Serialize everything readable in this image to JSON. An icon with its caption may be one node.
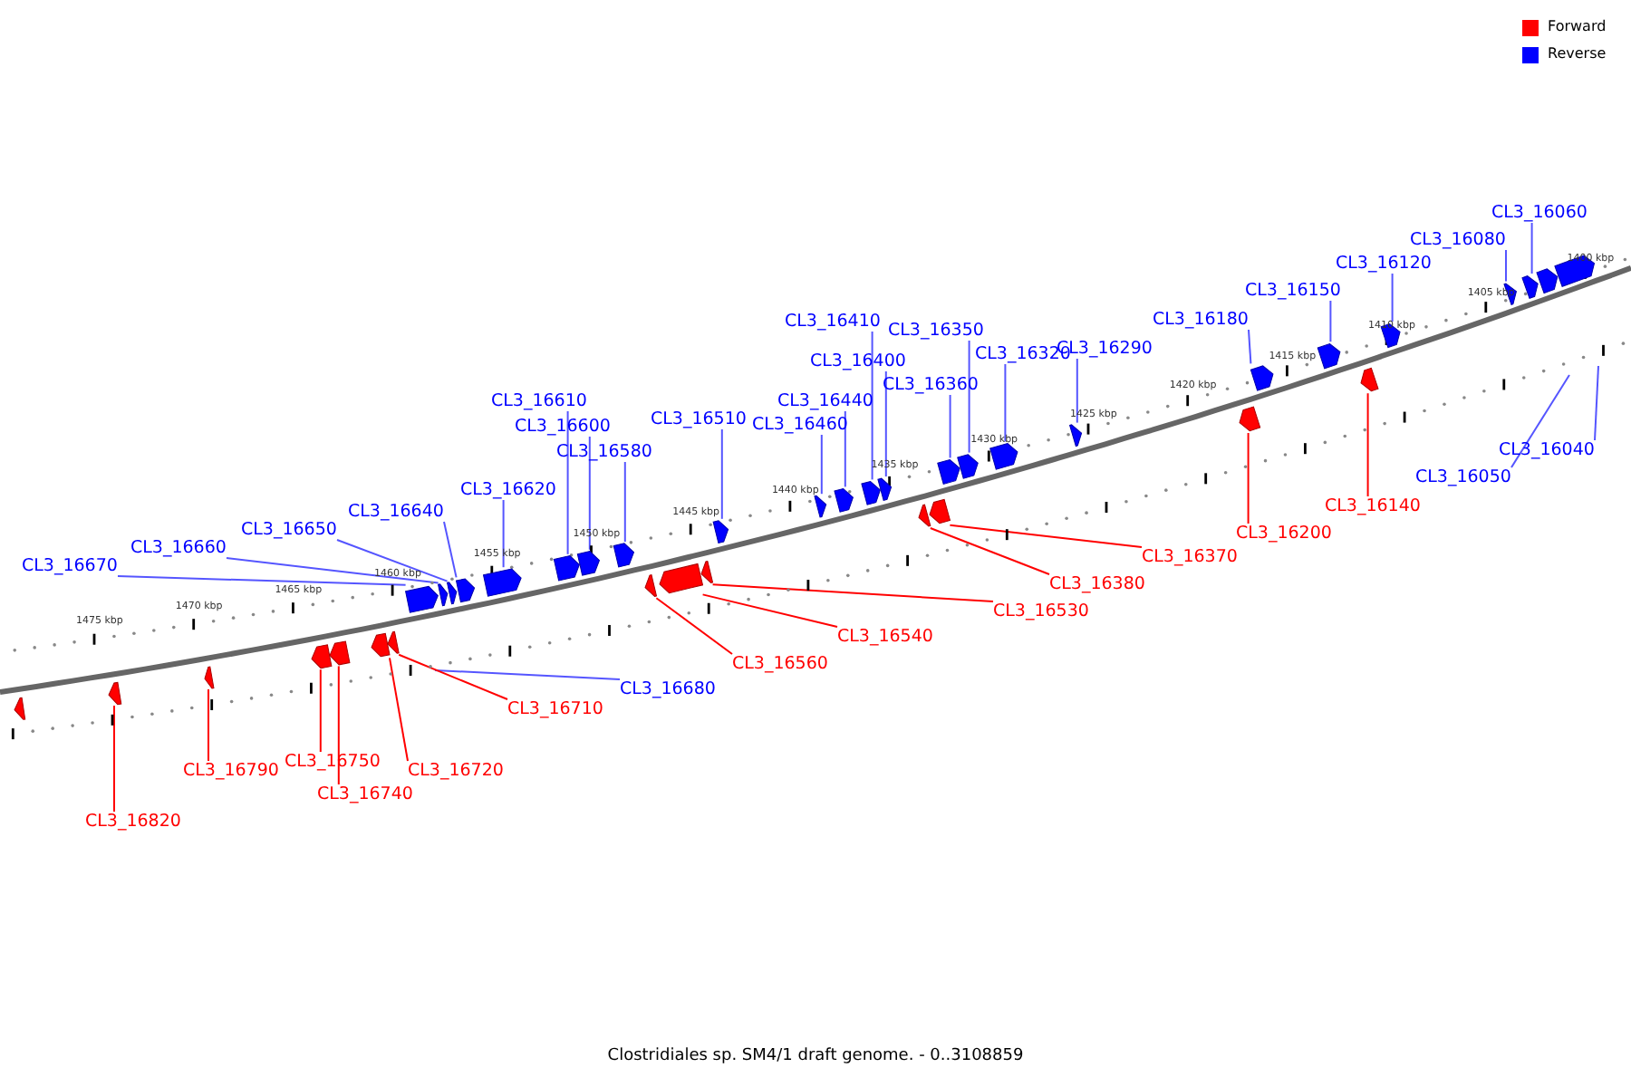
{
  "diagram": {
    "caption": "Clostridiales sp. SM4/1 draft genome. - 0..3108859",
    "nodes": [
      {
        "text": [
          "CL3_16060"
        ]
      },
      {
        "text": [
          "CL3_16080"
        ]
      },
      {
        "text": [
          "CL3_16120"
        ]
      },
      {
        "text": [
          "CL3_16150"
        ]
      },
      {
        "text": [
          "CL3_16180"
        ]
      },
      {
        "text": [
          "CL3_16410"
        ]
      },
      {
        "text": [
          "CL3_16350"
        ]
      },
      {
        "text": [
          "CL3_16290"
        ]
      },
      {
        "text": [
          "CL3_16320"
        ]
      },
      {
        "text": [
          "CL3_16400"
        ]
      },
      {
        "text": [
          "CL3_16360"
        ]
      },
      {
        "text": [
          "CL3_16610"
        ]
      },
      {
        "text": [
          "CL3_16440"
        ]
      },
      {
        "text": [
          "CL3_16510"
        ]
      },
      {
        "text": [
          "CL3_16460"
        ]
      },
      {
        "text": [
          "CL3_16600"
        ]
      },
      {
        "text": [
          "CL3_16040"
        ]
      },
      {
        "text": [
          "CL3_16580"
        ]
      },
      {
        "text": [
          "CL3_16050"
        ]
      },
      {
        "text": [
          "CL3_16620"
        ]
      },
      {
        "text": [
          "CL3_16140"
        ]
      },
      {
        "text": [
          "CL3_16640"
        ]
      },
      {
        "text": [
          "CL3_16650"
        ]
      },
      {
        "text": [
          "CL3_16200"
        ]
      },
      {
        "text": [
          "CL3_16660"
        ]
      },
      {
        "text": [
          "CL3_16370"
        ]
      },
      {
        "text": [
          "CL3_16670"
        ]
      },
      {
        "text": [
          "CL3_16380"
        ]
      },
      {
        "text": [
          "CL3_16530"
        ]
      },
      {
        "text": [
          "CL3_16540"
        ]
      },
      {
        "text": [
          "CL3_16560"
        ]
      },
      {
        "text": [
          "CL3_16680"
        ]
      },
      {
        "text": [
          "CL3_16710"
        ]
      },
      {
        "text": [
          "CL3_16750"
        ]
      },
      {
        "text": [
          "CL3_16720"
        ]
      },
      {
        "text": [
          "CL3_16790"
        ]
      },
      {
        "text": [
          "CL3_16740"
        ]
      },
      {
        "text": [
          "CL3_16820"
        ]
      },
      {
        "text": [],
        "shape": "arrow"
      },
      {
        "text": [],
        "shape": "arrow"
      },
      {
        "text": [],
        "shape": "arrow"
      },
      {
        "text": [],
        "shape": "arrow"
      },
      {
        "text": [],
        "shape": "arrow"
      },
      {
        "text": [],
        "shape": "arrow"
      },
      {
        "text": [],
        "shape": "arrow"
      },
      {
        "text": [],
        "shape": "arrow"
      },
      {
        "text": [],
        "shape": "arrow"
      },
      {
        "text": [],
        "shape": "arrow"
      },
      {
        "text": [],
        "shape": "arrow"
      },
      {
        "text": [],
        "shape": "arrow"
      },
      {
        "text": [],
        "shape": "arrow"
      },
      {
        "text": [],
        "shape": "arrow"
      },
      {
        "text": [],
        "shape": "arrow"
      },
      {
        "text": [],
        "shape": "arrow"
      },
      {
        "text": [],
        "shape": "arrow"
      },
      {
        "text": [],
        "shape": "arrow"
      },
      {
        "text": [],
        "shape": "arrow"
      },
      {
        "text": [],
        "shape": "arrow"
      },
      {
        "text": [],
        "shape": "arrow"
      },
      {
        "text": [],
        "shape": "arrow"
      },
      {
        "text": [],
        "shape": "arrow"
      },
      {
        "text": [],
        "shape": "arrow"
      },
      {
        "text": [],
        "shape": "arrow"
      },
      {
        "text": [],
        "shape": "arrow"
      },
      {
        "text": [],
        "shape": "arrow"
      },
      {
        "text": [],
        "shape": "arrow"
      },
      {
        "text": [],
        "shape": "arrow"
      },
      {
        "text": [],
        "shape": "arrow"
      },
      {
        "text": [],
        "shape": "arrow"
      },
      {
        "text": [],
        "shape": "arrow"
      },
      {
        "text": [],
        "shape": "arrow"
      },
      {
        "text": [],
        "shape": "arrow"
      },
      {
        "text": [],
        "shape": "arrow"
      },
      {
        "text": [],
        "shape": "arrow"
      },
      {
        "text": [],
        "shape": "arrow"
      },
      {
        "text": [],
        "shape": "arrow"
      }
    ],
    "edges": [
      {
        "from": 0,
        "to": 72,
        "arrow": "none"
      },
      {
        "from": 1,
        "to": 71,
        "arrow": "none"
      },
      {
        "from": 2,
        "to": 70,
        "arrow": "none"
      },
      {
        "from": 3,
        "to": 68,
        "arrow": "none"
      },
      {
        "from": 4,
        "to": 67,
        "arrow": "none"
      },
      {
        "from": 5,
        "to": 58,
        "arrow": "none"
      },
      {
        "from": 6,
        "to": 63,
        "arrow": "none"
      },
      {
        "from": 7,
        "to": 65,
        "arrow": "none"
      },
      {
        "from": 8,
        "to": 64,
        "arrow": "none"
      },
      {
        "from": 9,
        "to": 59,
        "arrow": "none"
      },
      {
        "from": 10,
        "to": 62,
        "arrow": "none"
      },
      {
        "from": 11,
        "to": 49,
        "arrow": "none"
      },
      {
        "from": 12,
        "to": 57,
        "arrow": "none"
      },
      {
        "from": 13,
        "to": 55,
        "arrow": "none"
      },
      {
        "from": 14,
        "to": 56,
        "arrow": "none"
      },
      {
        "from": 15,
        "to": 50,
        "arrow": "none"
      },
      {
        "from": 16,
        "to": null,
        "arrow": "none"
      },
      {
        "from": 17,
        "to": 51,
        "arrow": "none"
      },
      {
        "from": 18,
        "to": null,
        "arrow": "none"
      },
      {
        "from": 19,
        "to": 48,
        "arrow": "none"
      },
      {
        "from": 20,
        "to": 69,
        "arrow": "none",
        "color": "#ff0000"
      },
      {
        "from": 21,
        "to": 47,
        "arrow": "none"
      },
      {
        "from": 22,
        "to": 46,
        "arrow": "none"
      },
      {
        "from": 23,
        "to": 66,
        "arrow": "none",
        "color": "#ff0000"
      },
      {
        "from": 24,
        "to": 45,
        "arrow": "none"
      },
      {
        "from": 25,
        "to": 61,
        "arrow": "none",
        "color": "#ff0000"
      },
      {
        "from": 26,
        "to": 44,
        "arrow": "none"
      },
      {
        "from": 27,
        "to": 60,
        "arrow": "none",
        "color": "#ff0000"
      },
      {
        "from": 28,
        "to": 54,
        "arrow": "none",
        "color": "#ff0000"
      },
      {
        "from": 29,
        "to": 53,
        "arrow": "none",
        "color": "#ff0000"
      },
      {
        "from": 30,
        "to": 52,
        "arrow": "none",
        "color": "#ff0000"
      },
      {
        "from": 31,
        "to": null,
        "arrow": "none"
      },
      {
        "from": 32,
        "to": 43,
        "arrow": "none",
        "color": "#ff0000"
      },
      {
        "from": 33,
        "to": 40,
        "arrow": "none",
        "color": "#ff0000"
      },
      {
        "from": 34,
        "to": 42,
        "arrow": "none",
        "color": "#ff0000"
      },
      {
        "from": 35,
        "to": 39,
        "arrow": "none",
        "color": "#ff0000"
      },
      {
        "from": 36,
        "to": 41,
        "arrow": "none",
        "color": "#ff0000"
      },
      {
        "from": 37,
        "to": 38,
        "arrow": "none",
        "color": "#ff0000"
      }
    ],
    "labels": [
      "1400 kbp",
      "1405 kbp",
      "1410 kbp",
      "1415 kbp",
      "1420 kbp",
      "1425 kbp",
      "1430 kbp",
      "1435 kbp",
      "1440 kbp",
      "1445 kbp",
      "1450 kbp",
      "1455 kbp",
      "1460 kbp",
      "1465 kbp",
      "1470 kbp",
      "1475 kbp"
    ],
    "legend": [
      {
        "text": "Forward",
        "color": "#ff0000"
      },
      {
        "text": "Reverse",
        "color": "#0000ff"
      }
    ]
  }
}
